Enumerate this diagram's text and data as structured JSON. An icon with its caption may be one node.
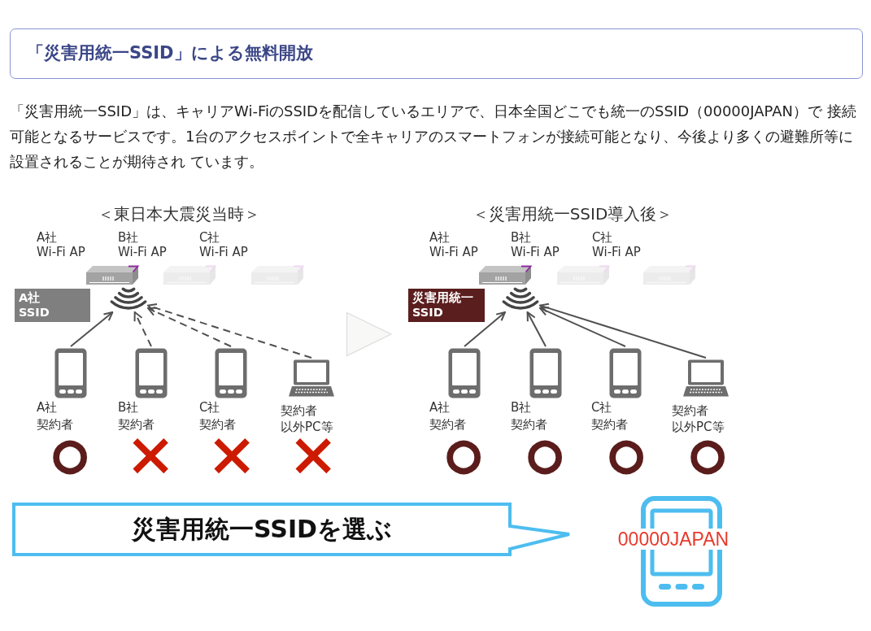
{
  "diagram": {
    "title": "「災害用統一SSID」による無料開放",
    "nodes": [
      {
        "text": [
          "A社 SSID"
        ]
      },
      {
        "text": [],
        "shape": "picture"
      },
      {
        "text": [
          "A社契約者"
        ],
        "beside": [
          "○"
        ]
      },
      {
        "text": [
          "B社契約者"
        ],
        "beside": [
          "×"
        ]
      },
      {
        "text": [
          "C社契約者"
        ],
        "beside": [
          "×"
        ]
      },
      {
        "text": [
          "契約者以外PC等"
        ],
        "beside": [
          "×"
        ]
      },
      {
        "text": [],
        "shape": "triangle"
      },
      {
        "text": [
          "災害用統一SSID"
        ]
      },
      {
        "text": [],
        "shape": "picture"
      },
      {
        "text": [
          "A社契約者"
        ],
        "beside": [
          "○"
        ]
      },
      {
        "text": [
          "B社契約者"
        ],
        "beside": [
          "○"
        ]
      },
      {
        "text": [
          "C社契約者"
        ],
        "beside": [
          "○"
        ]
      },
      {
        "text": [
          "契約者以外PC等"
        ],
        "beside": [
          "○"
        ]
      },
      {
        "text": [
          "災害用統一SSIDを選ぶ"
        ]
      },
      {
        "text": [
          "00000JAPAN"
        ]
      }
    ],
    "edges": [
      {
        "from": 2,
        "to": 1,
        "arrow": "to"
      },
      {
        "from": 3,
        "to": 1,
        "arrow": "to",
        "style": "dashed"
      },
      {
        "from": 4,
        "to": 1,
        "arrow": "to",
        "style": "dashed"
      },
      {
        "from": 5,
        "to": 1,
        "arrow": "to",
        "style": "dashed"
      },
      {
        "from": 9,
        "to": 8,
        "arrow": "to"
      },
      {
        "from": 10,
        "to": 8,
        "arrow": "to"
      },
      {
        "from": 11,
        "to": 8,
        "arrow": "to"
      },
      {
        "from": 12,
        "to": 8,
        "arrow": "to"
      }
    ],
    "labels": [
      "「災害用統一SSID」は、キャリアWi-FiのSSIDを配信しているエリアで、日本全国どこでも統一のSSID（00000JAPAN）で 接続可能となるサービスです。1台のアクセスポイントで全キャリアのスマートフォンが接続可能となり、今後より多くの避難所等に設置されることが期待され ています。",
      "＜東日本大震災当時＞",
      "A社 Wi-Fi AP",
      "B社 Wi-Fi AP",
      "C社 Wi-Fi AP",
      "＜災害用統一SSID導入後＞",
      "A社 Wi-Fi AP",
      "B社 Wi-Fi AP",
      "C社 Wi-Fi AP"
    ]
  }
}
